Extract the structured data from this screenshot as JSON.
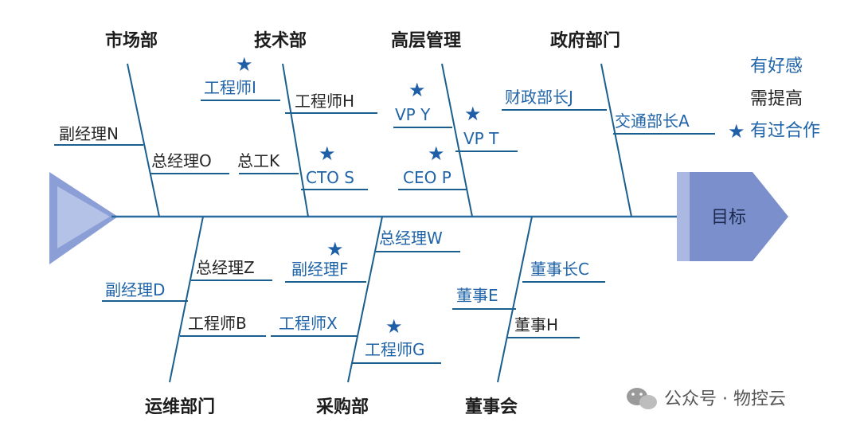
{
  "head_label": "目标",
  "categories_top": [
    {
      "key": "market",
      "label": "市场部"
    },
    {
      "key": "tech",
      "label": "技术部"
    },
    {
      "key": "exec",
      "label": "高层管理"
    },
    {
      "key": "gov",
      "label": "政府部门"
    }
  ],
  "categories_bottom": [
    {
      "key": "ops",
      "label": "运维部门"
    },
    {
      "key": "purchase",
      "label": "采购部"
    },
    {
      "key": "board",
      "label": "董事会"
    }
  ],
  "people": [
    {
      "key": "n",
      "label": "副经理N",
      "tone": "black",
      "starred": false
    },
    {
      "key": "o",
      "label": "总经理O",
      "tone": "black",
      "starred": false
    },
    {
      "key": "i",
      "label": "工程师I",
      "tone": "blue",
      "starred": true
    },
    {
      "key": "h",
      "label": "工程师H",
      "tone": "black",
      "starred": false
    },
    {
      "key": "k",
      "label": "总工K",
      "tone": "black",
      "starred": false
    },
    {
      "key": "s",
      "label": "CTO S",
      "tone": "blue",
      "starred": true
    },
    {
      "key": "y",
      "label": "VP Y",
      "tone": "blue",
      "starred": true
    },
    {
      "key": "t",
      "label": "VP T",
      "tone": "blue",
      "starred": true
    },
    {
      "key": "p",
      "label": "CEO P",
      "tone": "blue",
      "starred": true
    },
    {
      "key": "j",
      "label": "财政部长J",
      "tone": "blue",
      "starred": false
    },
    {
      "key": "a",
      "label": "交通部长A",
      "tone": "blue",
      "starred": false
    },
    {
      "key": "z",
      "label": "总经理Z",
      "tone": "black",
      "starred": false
    },
    {
      "key": "d",
      "label": "副经理D",
      "tone": "blue",
      "starred": false
    },
    {
      "key": "b",
      "label": "工程师B",
      "tone": "black",
      "starred": false
    },
    {
      "key": "w",
      "label": "总经理W",
      "tone": "blue",
      "starred": false
    },
    {
      "key": "f",
      "label": "副经理F",
      "tone": "blue",
      "starred": true
    },
    {
      "key": "x",
      "label": "工程师X",
      "tone": "blue",
      "starred": false
    },
    {
      "key": "g",
      "label": "工程师G",
      "tone": "blue",
      "starred": true
    },
    {
      "key": "c",
      "label": "董事长C",
      "tone": "blue",
      "starred": false
    },
    {
      "key": "e",
      "label": "董事E",
      "tone": "blue",
      "starred": false
    },
    {
      "key": "h2",
      "label": "董事H",
      "tone": "black",
      "starred": false
    }
  ],
  "legend": {
    "favorable": "有好感",
    "needs_improvement": "需提高",
    "cooperated": "有过合作",
    "star_glyph": "★"
  },
  "watermark": "公众号 · 物控云",
  "colors": {
    "favorable": "#1f63a8",
    "neutral": "#262626",
    "bone": "#1b5f8f",
    "head_fill": "#7b8fcc",
    "tail_fill": "#aab8e2"
  }
}
